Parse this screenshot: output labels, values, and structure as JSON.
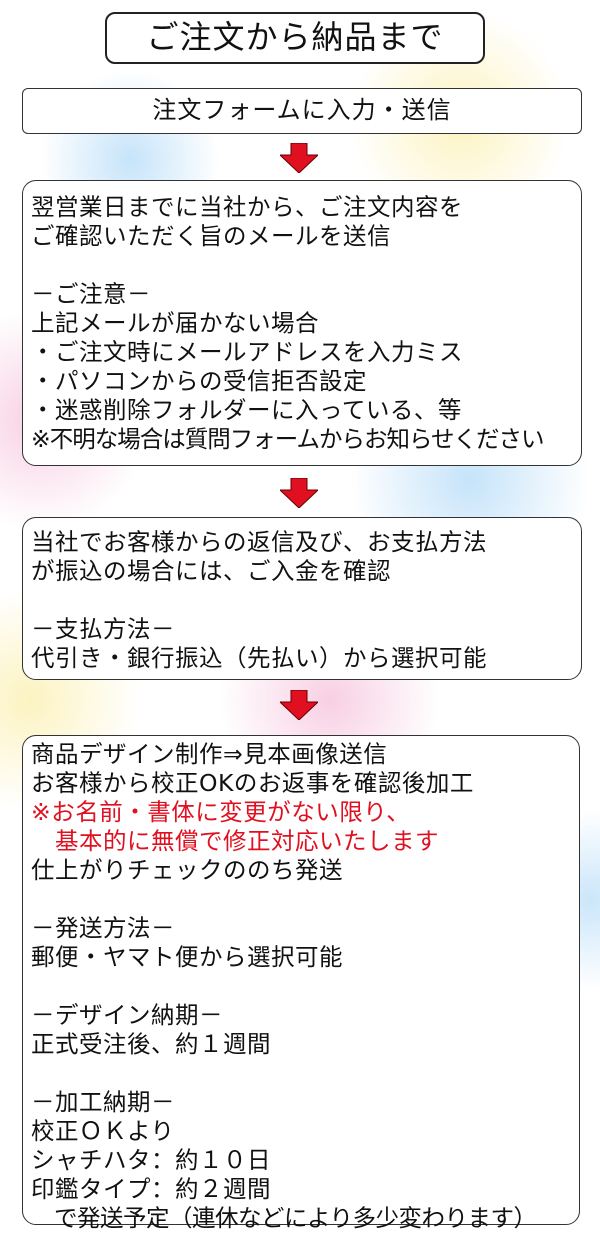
{
  "title": "ご注文から納品まで",
  "steps": [
    {
      "lines": [
        "注文フォームに入力・送信"
      ]
    },
    {
      "lines": [
        "翌営業日までに当社から、ご注文内容を",
        "ご確認いただく旨のメールを送信",
        "",
        "－ご注意－",
        "上記メールが届かない場合",
        "・ご注文時にメールアドレスを入力ミス",
        "・パソコンからの受信拒否設定",
        "・迷惑削除フォルダーに入っている、等",
        "※不明な場合は質問フォームからお知らせください"
      ]
    },
    {
      "lines": [
        "当社でお客様からの返信及び、お支払方法",
        "が振込の場合には、ご入金を確認",
        "",
        "－支払方法－",
        "代引き・銀行振込（先払い）から選択可能"
      ]
    },
    {
      "lines": [
        "商品デザイン制作⇒見本画像送信",
        "お客様から校正OKのお返事を確認後加工",
        "※お名前・書体に変更がない限り、",
        "　基本的に無償で修正対応いたします",
        "仕上がりチェックののち発送",
        "",
        "－発送方法－",
        "郵便・ヤマト便から選択可能",
        "",
        "－デザイン納期－",
        "正式受注後、約１週間",
        "",
        "－加工納期－",
        "校正ＯＫより",
        "シャチハタ：約１０日",
        "印鑑タイプ：約２週間",
        "　で発送予定（連休などにより多少変わります）"
      ]
    }
  ],
  "colors": {
    "arrow": "#e01020",
    "note": "#e01020"
  }
}
